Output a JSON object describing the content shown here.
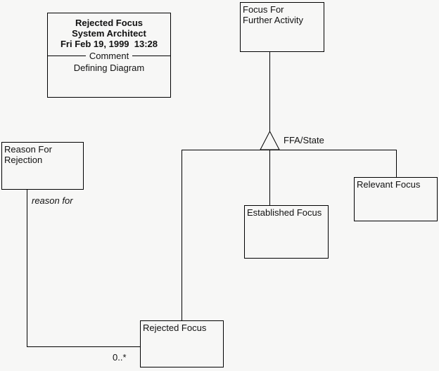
{
  "comment_box": {
    "line1": "Rejected Focus",
    "line2": "System Architect",
    "line3": "Fri Feb 19, 1999  13:28",
    "divider": "Comment",
    "body": "Defining Diagram"
  },
  "nodes": {
    "ffa": {
      "line1": "Focus For",
      "line2": "Further Activity"
    },
    "reason": {
      "line1": "Reason For",
      "line2": "Rejection"
    },
    "established": {
      "label": "Established Focus"
    },
    "relevant": {
      "label": "Relevant Focus"
    },
    "rejected": {
      "label": "Rejected Focus"
    }
  },
  "labels": {
    "state": "FFA/State",
    "role": "reason for",
    "multiplicity": "0..*"
  },
  "colors": {
    "background": "#f7f7f6",
    "line": "#000000",
    "text": "#111111"
  }
}
